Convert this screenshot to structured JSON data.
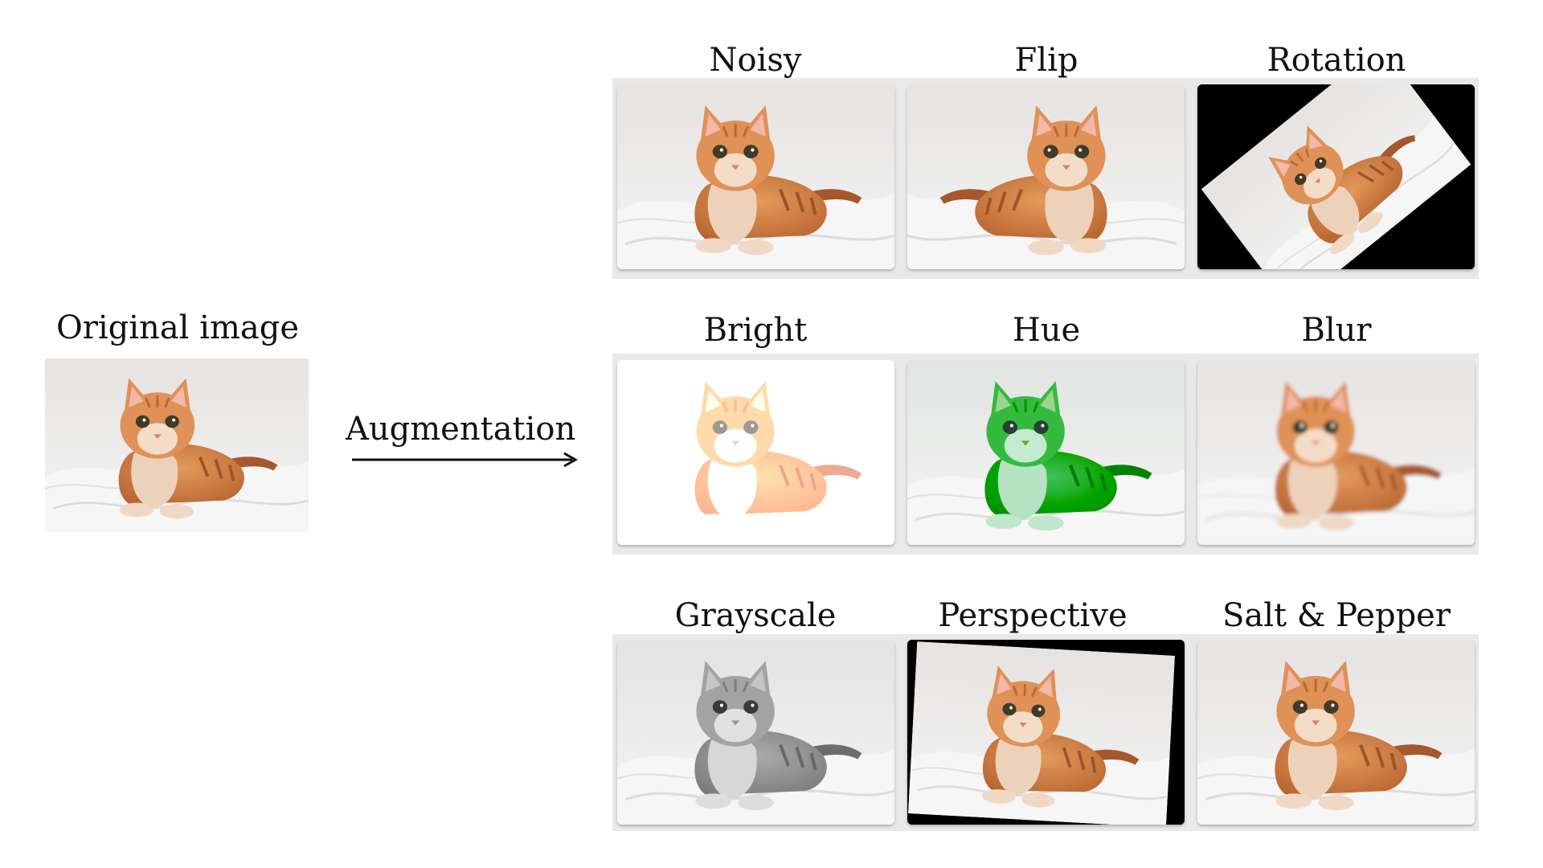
{
  "original": {
    "title": "Original image"
  },
  "augmentation_label": "Augmentation",
  "rows": [
    {
      "items": [
        {
          "id": "noisy",
          "title": "Noisy"
        },
        {
          "id": "flip",
          "title": "Flip"
        },
        {
          "id": "rotation",
          "title": "Rotation"
        }
      ]
    },
    {
      "items": [
        {
          "id": "bright",
          "title": "Bright"
        },
        {
          "id": "hue",
          "title": "Hue"
        },
        {
          "id": "blur",
          "title": "Blur"
        }
      ]
    },
    {
      "items": [
        {
          "id": "grayscale",
          "title": "Grayscale"
        },
        {
          "id": "perspective",
          "title": "Perspective"
        },
        {
          "id": "salt-pepper",
          "title": "Salt & Pepper"
        }
      ]
    }
  ]
}
